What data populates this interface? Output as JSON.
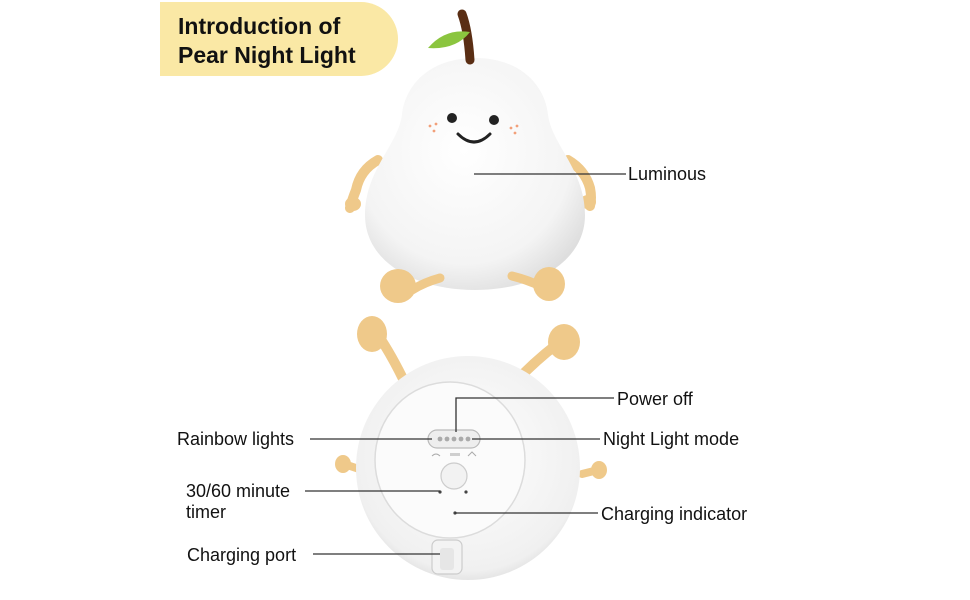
{
  "title": {
    "line1": "Introduction of",
    "line2": "Pear Night Light"
  },
  "labels": {
    "luminous": "Luminous",
    "power_off": "Power off",
    "rainbow_lights": "Rainbow lights",
    "night_light_mode": "Night Light mode",
    "timer_line1": "30/60 minute",
    "timer_line2": "timer",
    "charging_indicator": "Charging indicator",
    "charging_port": "Charging port"
  },
  "colors": {
    "badge": "#fae8a5",
    "limb": "#efc98a",
    "leaf": "#8bc53f",
    "stem": "#5a2e14",
    "body": "#f7f7f7"
  }
}
